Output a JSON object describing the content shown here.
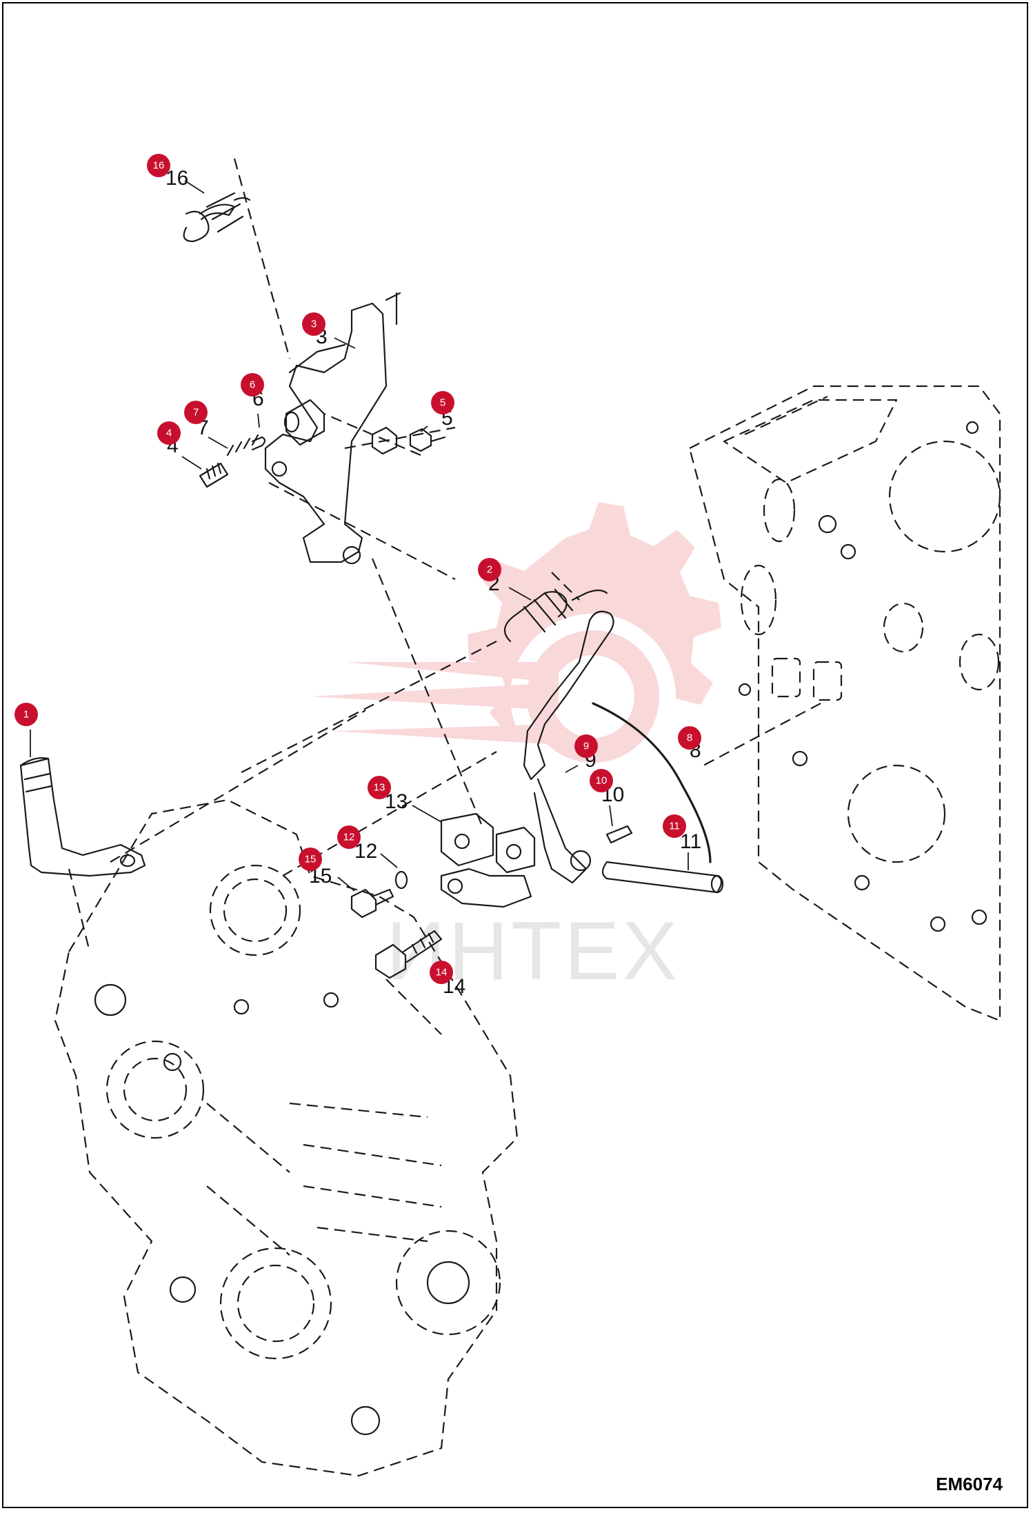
{
  "diagram_code": "EM6074",
  "watermark": {
    "text": "ИНТЕХ",
    "color": "#e8505b"
  },
  "badge_color": "#c8102e",
  "parts": [
    {
      "id": "1",
      "label": "1"
    },
    {
      "id": "2",
      "label": "2"
    },
    {
      "id": "3",
      "label": "3"
    },
    {
      "id": "4",
      "label": "4"
    },
    {
      "id": "5",
      "label": "5"
    },
    {
      "id": "6",
      "label": "6"
    },
    {
      "id": "7",
      "label": "7"
    },
    {
      "id": "8",
      "label": "8"
    },
    {
      "id": "9",
      "label": "9"
    },
    {
      "id": "10",
      "label": "10"
    },
    {
      "id": "11",
      "label": "11"
    },
    {
      "id": "12",
      "label": "12"
    },
    {
      "id": "13",
      "label": "13"
    },
    {
      "id": "14",
      "label": "14"
    },
    {
      "id": "15",
      "label": "15"
    },
    {
      "id": "16",
      "label": "16"
    }
  ]
}
